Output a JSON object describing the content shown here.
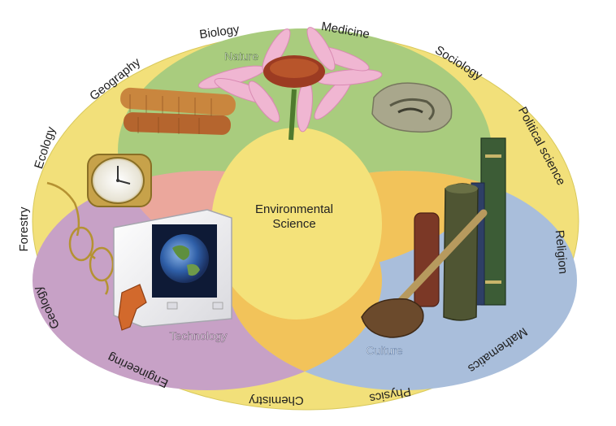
{
  "center": {
    "line1": "Environmental",
    "line2": "Science"
  },
  "circles": [
    {
      "label": "Nature"
    },
    {
      "label": "Technology"
    },
    {
      "label": "Culture"
    }
  ],
  "disciplines": [
    "Forestry",
    "Ecology",
    "Geography",
    "Biology",
    "Medicine",
    "Sociology",
    "Political science",
    "Religion",
    "Mathematics",
    "Physics",
    "Chemistry",
    "Engineering",
    "Geology"
  ],
  "colors": {
    "outer_ring": "#F2E07A",
    "nature": "#A9CC7E",
    "technology": "#C7A1C6",
    "culture": "#A9BEDB",
    "overlap_nature_technology": "#EBA79C",
    "overlap_nature_culture": "#F2C35A",
    "overlap_technology_culture": "#F2C35A",
    "center": "#F4E27A"
  },
  "illustrations": [
    "flower-image",
    "corn-image",
    "seashell-image",
    "pocket-watch-image",
    "eyeglasses-image",
    "computer-monitor-image",
    "earth-image",
    "spark-plug-image",
    "books-image",
    "vase-image",
    "mortar-pestle-image"
  ]
}
